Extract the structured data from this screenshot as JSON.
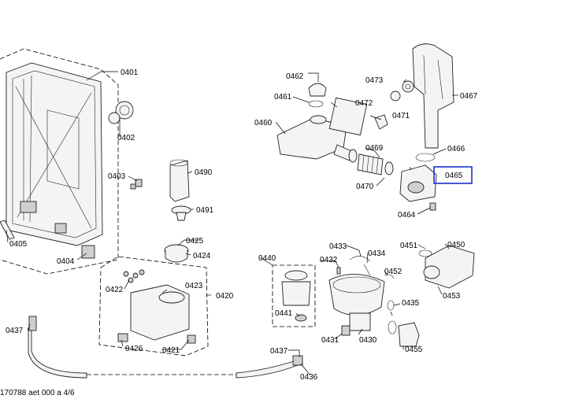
{
  "diagram": {
    "labels": {
      "p0401": "0401",
      "p0402": "0402",
      "p0403": "0403",
      "p0404": "0404",
      "p0405": "0405",
      "p0420": "0420",
      "p0421": "0421",
      "p0422": "0422",
      "p0423": "0423",
      "p0424": "0424",
      "p0425": "0425",
      "p0426": "0426",
      "p0430": "0430",
      "p0431": "0431",
      "p0432": "0432",
      "p0433": "0433",
      "p0434": "0434",
      "p0435": "0435",
      "p0436": "0436",
      "p0437a": "0437",
      "p0437b": "0437",
      "p0440": "0440",
      "p0441": "0441",
      "p0450": "0450",
      "p0451": "0451",
      "p0452": "0452",
      "p0453": "0453",
      "p0455": "0455",
      "p0460": "0460",
      "p0461": "0461",
      "p0462": "0462",
      "p0464": "0464",
      "p0465": "0465",
      "p0466": "0466",
      "p0467": "0467",
      "p0469": "0469",
      "p0470": "0470",
      "p0471": "0471",
      "p0472": "0472",
      "p0473": "0473",
      "p0490": "0490",
      "p0491": "0491"
    },
    "highlight_color": "#1c2fcf",
    "footer": "170788 aet 000 a 4/6"
  }
}
